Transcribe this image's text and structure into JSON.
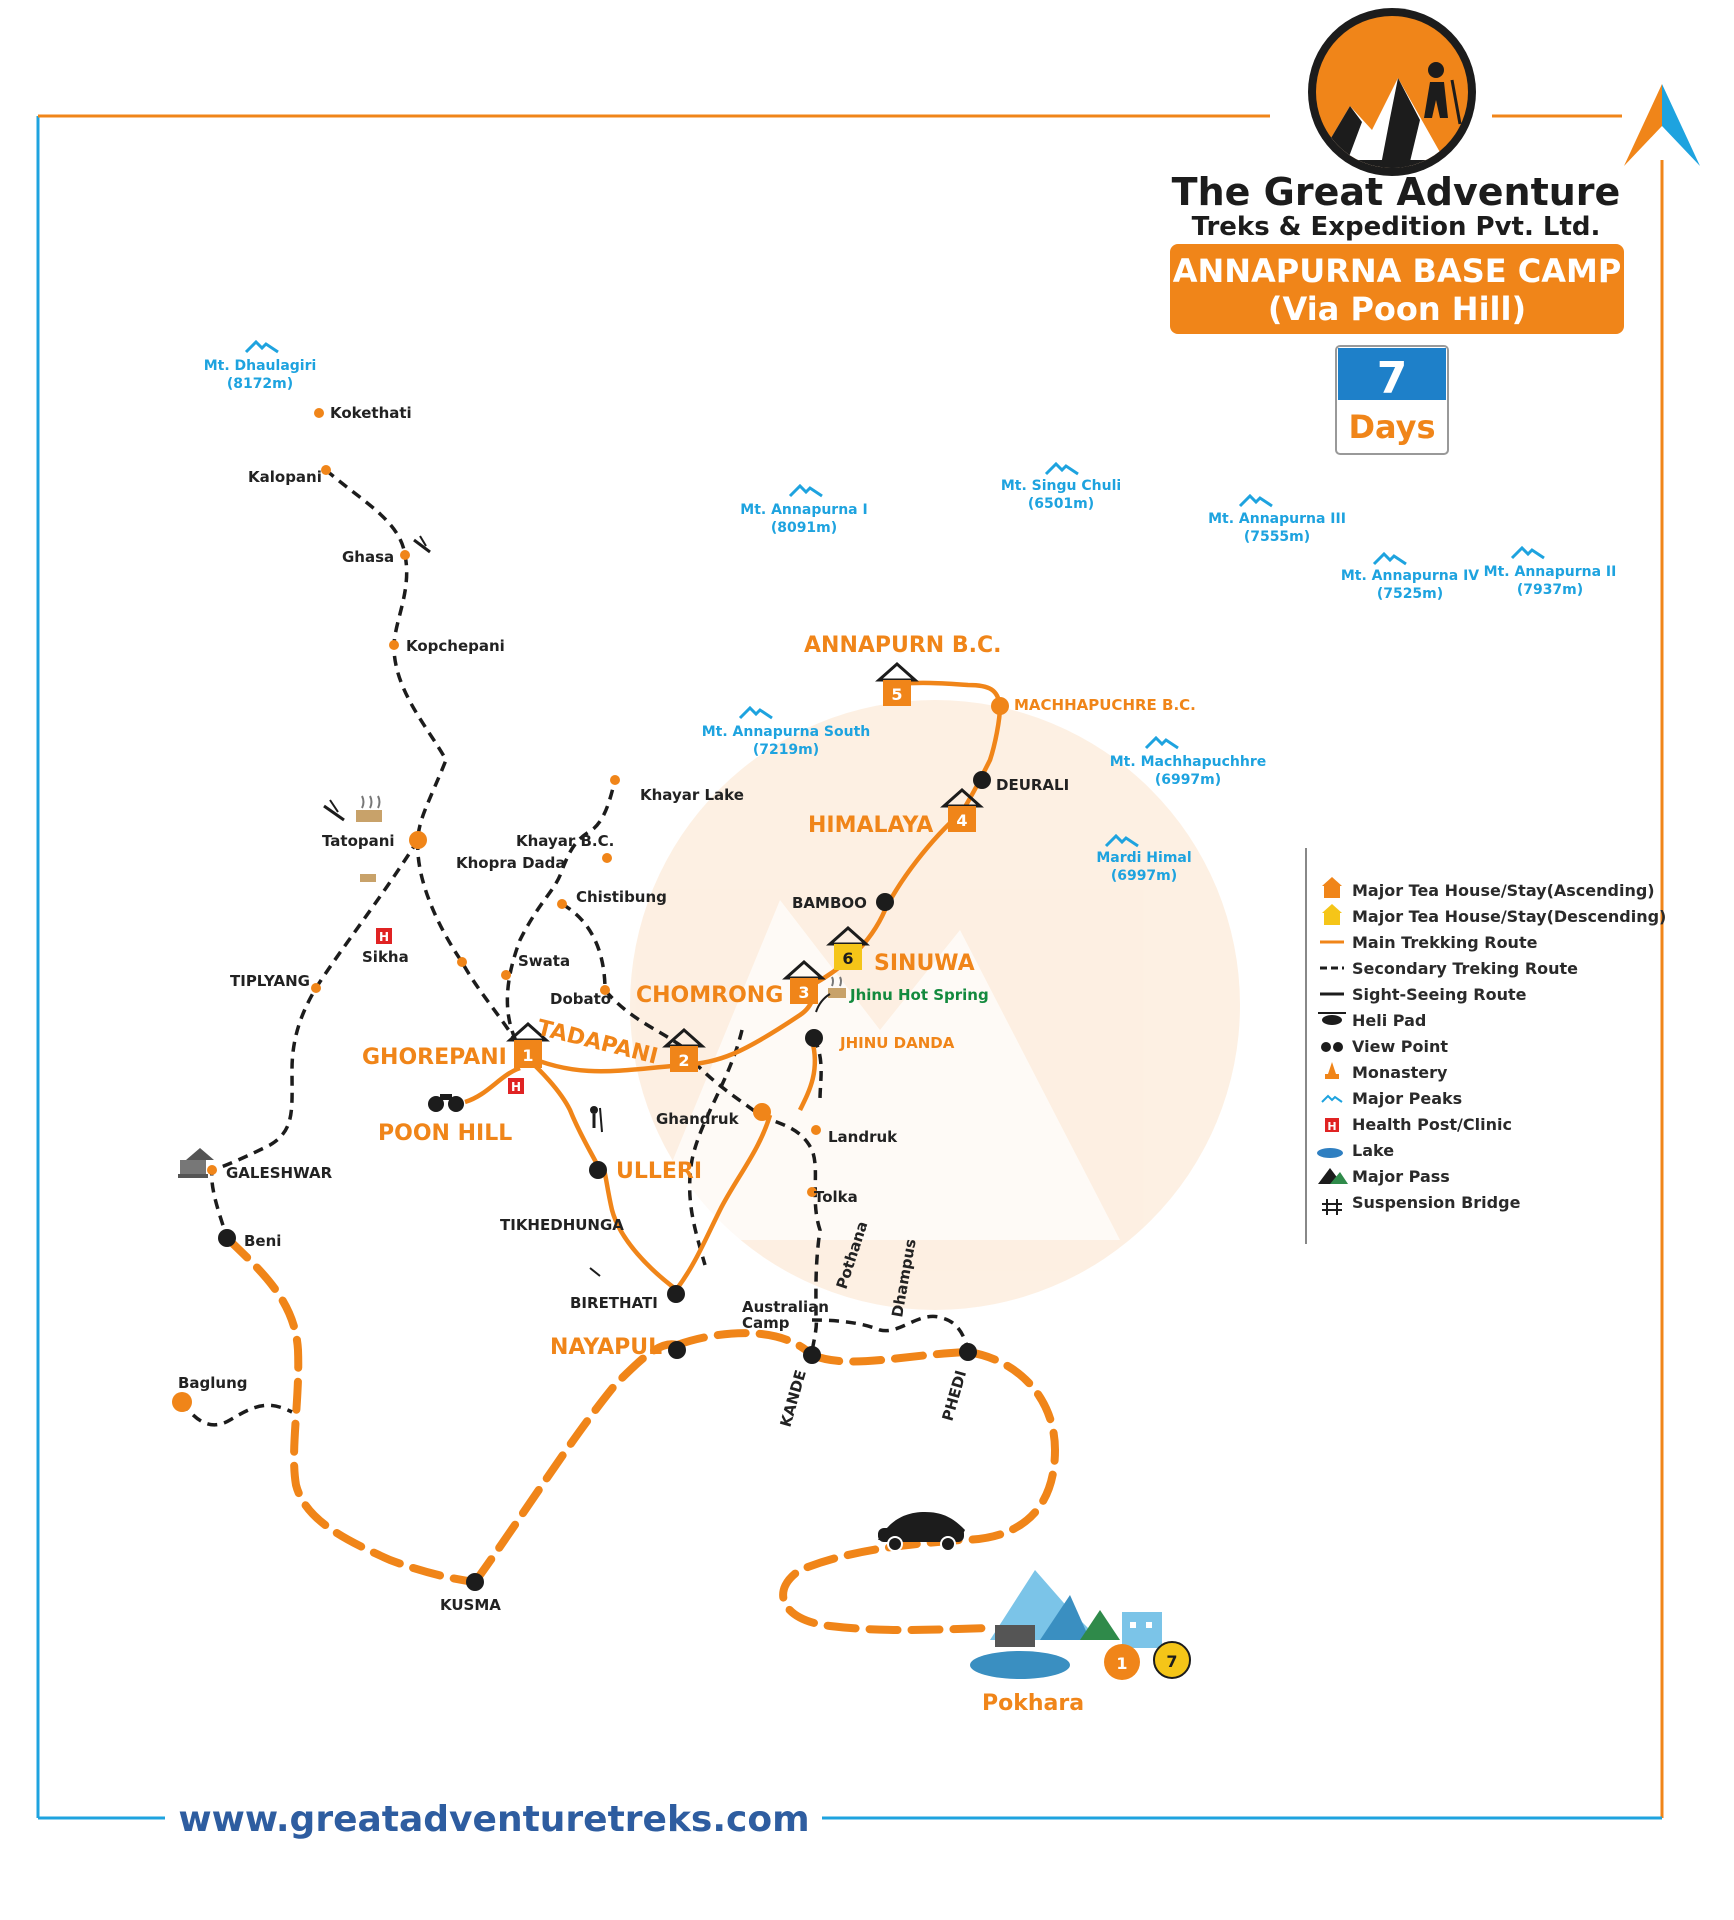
{
  "brand": {
    "name_line1": "The Great Adventure",
    "name_line2": "Treks & Expedition Pvt. Ltd.",
    "banner_line1": "ANNAPURNA BASE CAMP",
    "banner_line2": "(Via Poon Hill)",
    "days_number": "7",
    "days_word": "Days",
    "website": "www.greatadventuretreks.com"
  },
  "colors": {
    "main_route": "#f08519",
    "secondary_route": "#1c1c1c",
    "peak_text": "#1ea3df",
    "frame_left": "#1ea3df",
    "frame_top": "#f08519",
    "url_text": "#2e5da0"
  },
  "peaks": [
    {
      "name": "Mt. Dhaulagiri",
      "height": "(8172m)"
    },
    {
      "name": "Mt. Annapurna I",
      "height": "(8091m)"
    },
    {
      "name": "Mt. Singu Chuli",
      "height": "(6501m)"
    },
    {
      "name": "Mt. Annapurna III",
      "height": "(7555m)"
    },
    {
      "name": "Mt. Annapurna IV",
      "height": "(7525m)"
    },
    {
      "name": "Mt. Annapurna II",
      "height": "(7937m)"
    },
    {
      "name": "Mt. Annapurna South",
      "height": "(7219m)"
    },
    {
      "name": "Mt. Machhapuchhre",
      "height": "(6997m)"
    },
    {
      "name": "Mardi Himal",
      "height": "(6997m)"
    }
  ],
  "places": {
    "kokethati": "Kokethati",
    "kalopani": "Kalopani",
    "ghasa": "Ghasa",
    "kopchepani": "Kopchepani",
    "tatopani": "Tatopani",
    "sikha": "Sikha",
    "tiplyang": "TIPLYANG",
    "galeshwar": "GALESHWAR",
    "beni": "Beni",
    "baglung": "Baglung",
    "kusma": "KUSMA",
    "khayar_lake": "Khayar Lake",
    "khayar_bc": "Khayar B.C.",
    "khopra_dada": "Khopra Dada",
    "chistibung": "Chistibung",
    "swata": "Swata",
    "dobato": "Dobato",
    "ghorepani": "GHOREPANI",
    "poon_hill": "POON HILL",
    "tadapani": "TADAPANI",
    "chomrong": "CHOMRONG",
    "jhinu_hot_spring": "Jhinu Hot Spring",
    "jhinu_danda": "JHINU DANDA",
    "sinuwa": "SINUWA",
    "bamboo": "BAMBOO",
    "himalaya": "HIMALAYA",
    "deurali": "DEURALI",
    "machhapuchre_bc": "MACHHAPUCHRE B.C.",
    "annapurna_bc": "ANNAPURN B.C.",
    "ghandruk": "Ghandruk",
    "landruk": "Landruk",
    "tolka": "Tolka",
    "pothana": "Pothana",
    "dhampus": "Dhampus",
    "ulleri": "ULLERI",
    "tikhedhunga": "TIKHEDHUNGA",
    "birethati": "BIRETHATI",
    "nayapul": "NAYAPUL",
    "australian_camp_1": "Australian",
    "australian_camp_2": "Camp",
    "kande": "KANDE",
    "phedi": "PHEDI",
    "pokhara": "Pokhara"
  },
  "stops": {
    "ghorepani": "1",
    "tadapani": "2",
    "chomrong": "3",
    "himalaya": "4",
    "annapurna_bc": "5",
    "sinuwa": "6",
    "pokhara_start": "1",
    "pokhara_end": "7"
  },
  "legend": [
    {
      "icon": "house-ascending-icon",
      "label": "Major Tea House/Stay(Ascending)"
    },
    {
      "icon": "house-descending-icon",
      "label": "Major Tea House/Stay(Descending)"
    },
    {
      "icon": "main-route-line-icon",
      "label": "Main Trekking Route"
    },
    {
      "icon": "secondary-route-line-icon",
      "label": "Secondary Treking Route"
    },
    {
      "icon": "sightseeing-route-line-icon",
      "label": "Sight-Seeing Route"
    },
    {
      "icon": "helipad-icon",
      "label": "Heli Pad"
    },
    {
      "icon": "binoculars-icon",
      "label": "View Point"
    },
    {
      "icon": "monastery-icon",
      "label": "Monastery"
    },
    {
      "icon": "peak-icon",
      "label": "Major Peaks"
    },
    {
      "icon": "health-post-icon",
      "label": "Health Post/Clinic"
    },
    {
      "icon": "lake-icon",
      "label": "Lake"
    },
    {
      "icon": "pass-icon",
      "label": "Major Pass"
    },
    {
      "icon": "bridge-icon",
      "label": "Suspension Bridge"
    }
  ]
}
